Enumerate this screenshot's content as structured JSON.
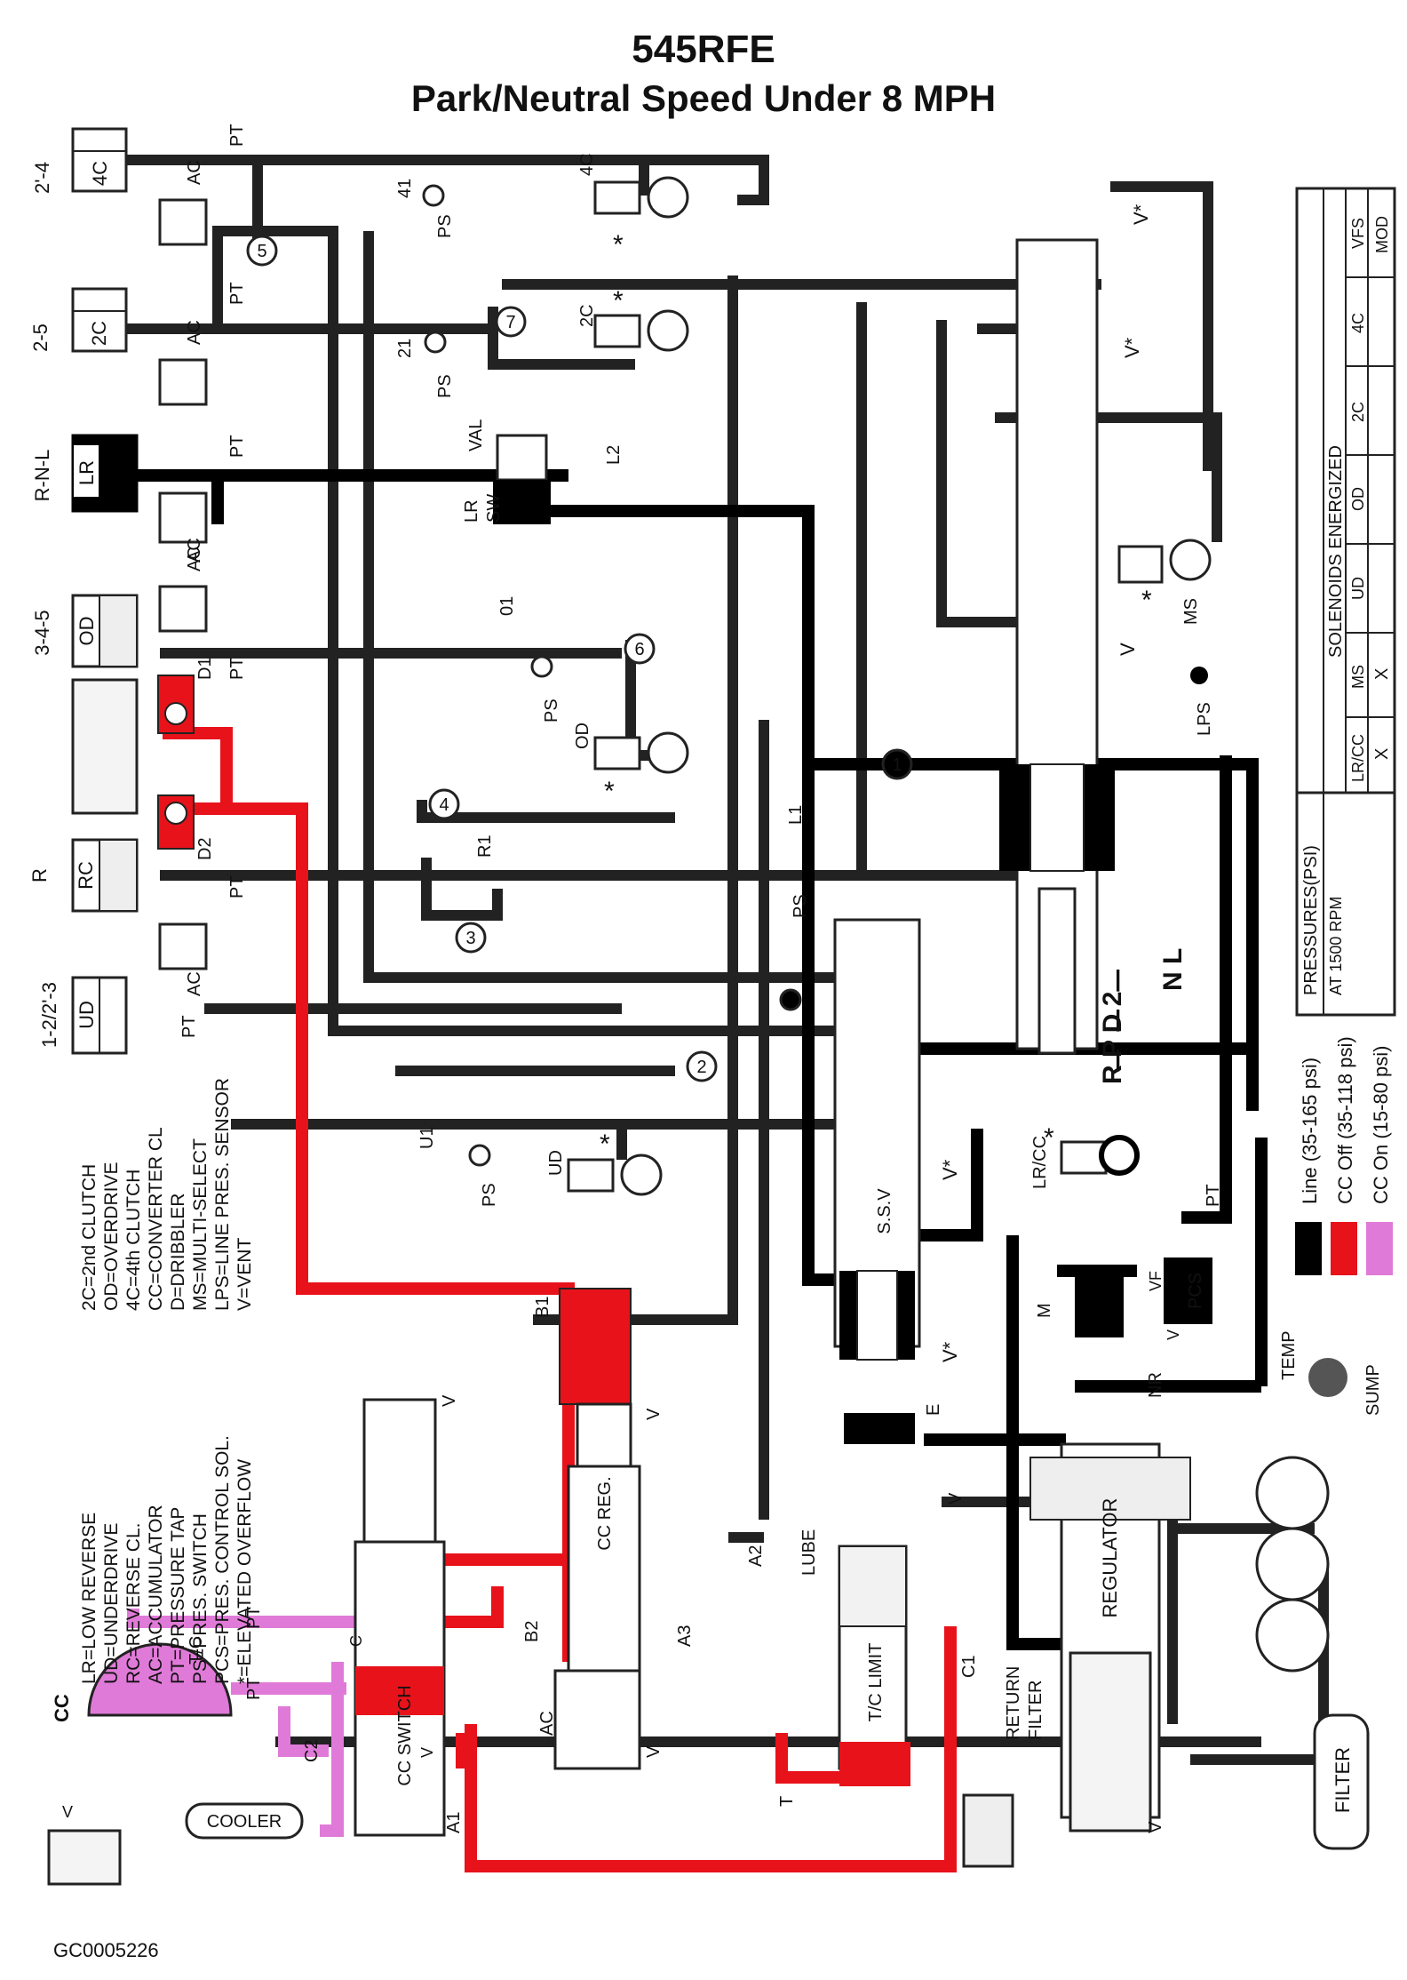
{
  "title": {
    "line1": "545RFE",
    "line2": "Park/Neutral Speed Under 8 MPH"
  },
  "footer_code": "GC0005226",
  "colors": {
    "line": "#000000",
    "cc_off": "#e8121b",
    "cc_on": "#e07ad8",
    "passage": "#ffffff",
    "stroke": "#222222"
  },
  "clutches": [
    {
      "range": "2'-4",
      "label": "4C",
      "accumulator": "AC",
      "tap": "PT"
    },
    {
      "range": "2-5",
      "label": "2C",
      "accumulator": "AC",
      "tap": "PT"
    },
    {
      "range": "R-N-L",
      "label": "LR",
      "accumulator": "AC",
      "tap": "PT"
    },
    {
      "range": "3-4-5",
      "label": "OD",
      "accumulator": "AC",
      "tap": "PT"
    },
    {
      "range": "R",
      "label": "RC",
      "accumulator": "",
      "tap": "PT"
    },
    {
      "range": "1-2/2'-3",
      "label": "UD",
      "accumulator": "AC",
      "tap": "PT"
    }
  ],
  "labels": {
    "dribbler1": "D1",
    "dribbler2": "D2",
    "ps": "PS",
    "star": "*",
    "p41": "41",
    "p21": "21",
    "p01": "01",
    "pR1": "R1",
    "pU1": "U1",
    "val": "VAL",
    "l2": "L2",
    "l1": "L1",
    "lr_sw1": "LR",
    "lr_sw2": "SW",
    "ms": "MS",
    "lps": "LPS",
    "v": "V",
    "vstar": "V*",
    "ssv": "S.S.V",
    "e": "E",
    "lrcc": "LR/CC",
    "pt": "PT",
    "pcs": "PCS",
    "vf": "VF",
    "m": "M",
    "nr": "NR",
    "temp": "TEMP",
    "sump": "SUMP",
    "regulator": "REGULATOR",
    "filter": "FILTER",
    "return_filter1": "RETURN",
    "return_filter2": "FILTER",
    "c1": "C1",
    "c2": "C2",
    "tc_limit": "T/C LIMIT",
    "lube": "LUBE",
    "t": "T",
    "cc_reg": "CC REG.",
    "b1": "B1",
    "b2": "B2",
    "a1": "A1",
    "a2": "A2",
    "a3": "A3",
    "cc_switch": "CC SWITCH",
    "c": "C",
    "tc": "T/C",
    "cc": "CC",
    "cooler": "COOLER",
    "ac": "AC",
    "gear_row1": "R P D 2",
    "gear_row2": "N L",
    "tick": "|",
    "checks": [
      "1",
      "2",
      "3",
      "4",
      "5",
      "6",
      "7"
    ]
  },
  "legend_abbrev": [
    "LR=LOW REVERSE",
    "UD=UNDERDRIVE",
    "RC=REVERSE CL.",
    "AC=ACCUMULATOR",
    "PT=PRESSURE TAP",
    "PS=PRES. SWITCH",
    "PCS=PRES. CONTROL SOL.",
    "*=ELEVATED OVERFLOW",
    "2C=2nd CLUTCH",
    "OD=OVERDRIVE",
    "4C=4th CLUTCH",
    "CC=CONVERTER CL",
    "D=DRIBBLER",
    "MS=MULTI-SELECT",
    "LPS=LINE PRES. SENSOR",
    "V=VENT"
  ],
  "pressure_legend": [
    {
      "label": "Line (35-165 psi)",
      "color": "#000000"
    },
    {
      "label": "CC Off (35-118 psi)",
      "color": "#e8121b"
    },
    {
      "label": "CC On (15-80 psi)",
      "color": "#e07ad8"
    }
  ],
  "solenoid_table": {
    "pressures_title": "PRESSURES(PSI)",
    "pressures_sub": "AT 1500 RPM",
    "energized_title": "SOLENOIDS ENERGIZED",
    "columns": [
      "LR/CC",
      "MS",
      "UD",
      "OD",
      "2C",
      "4C",
      "VFS"
    ],
    "values": [
      "X",
      "X",
      "",
      "",
      "",
      "",
      "MOD"
    ]
  }
}
